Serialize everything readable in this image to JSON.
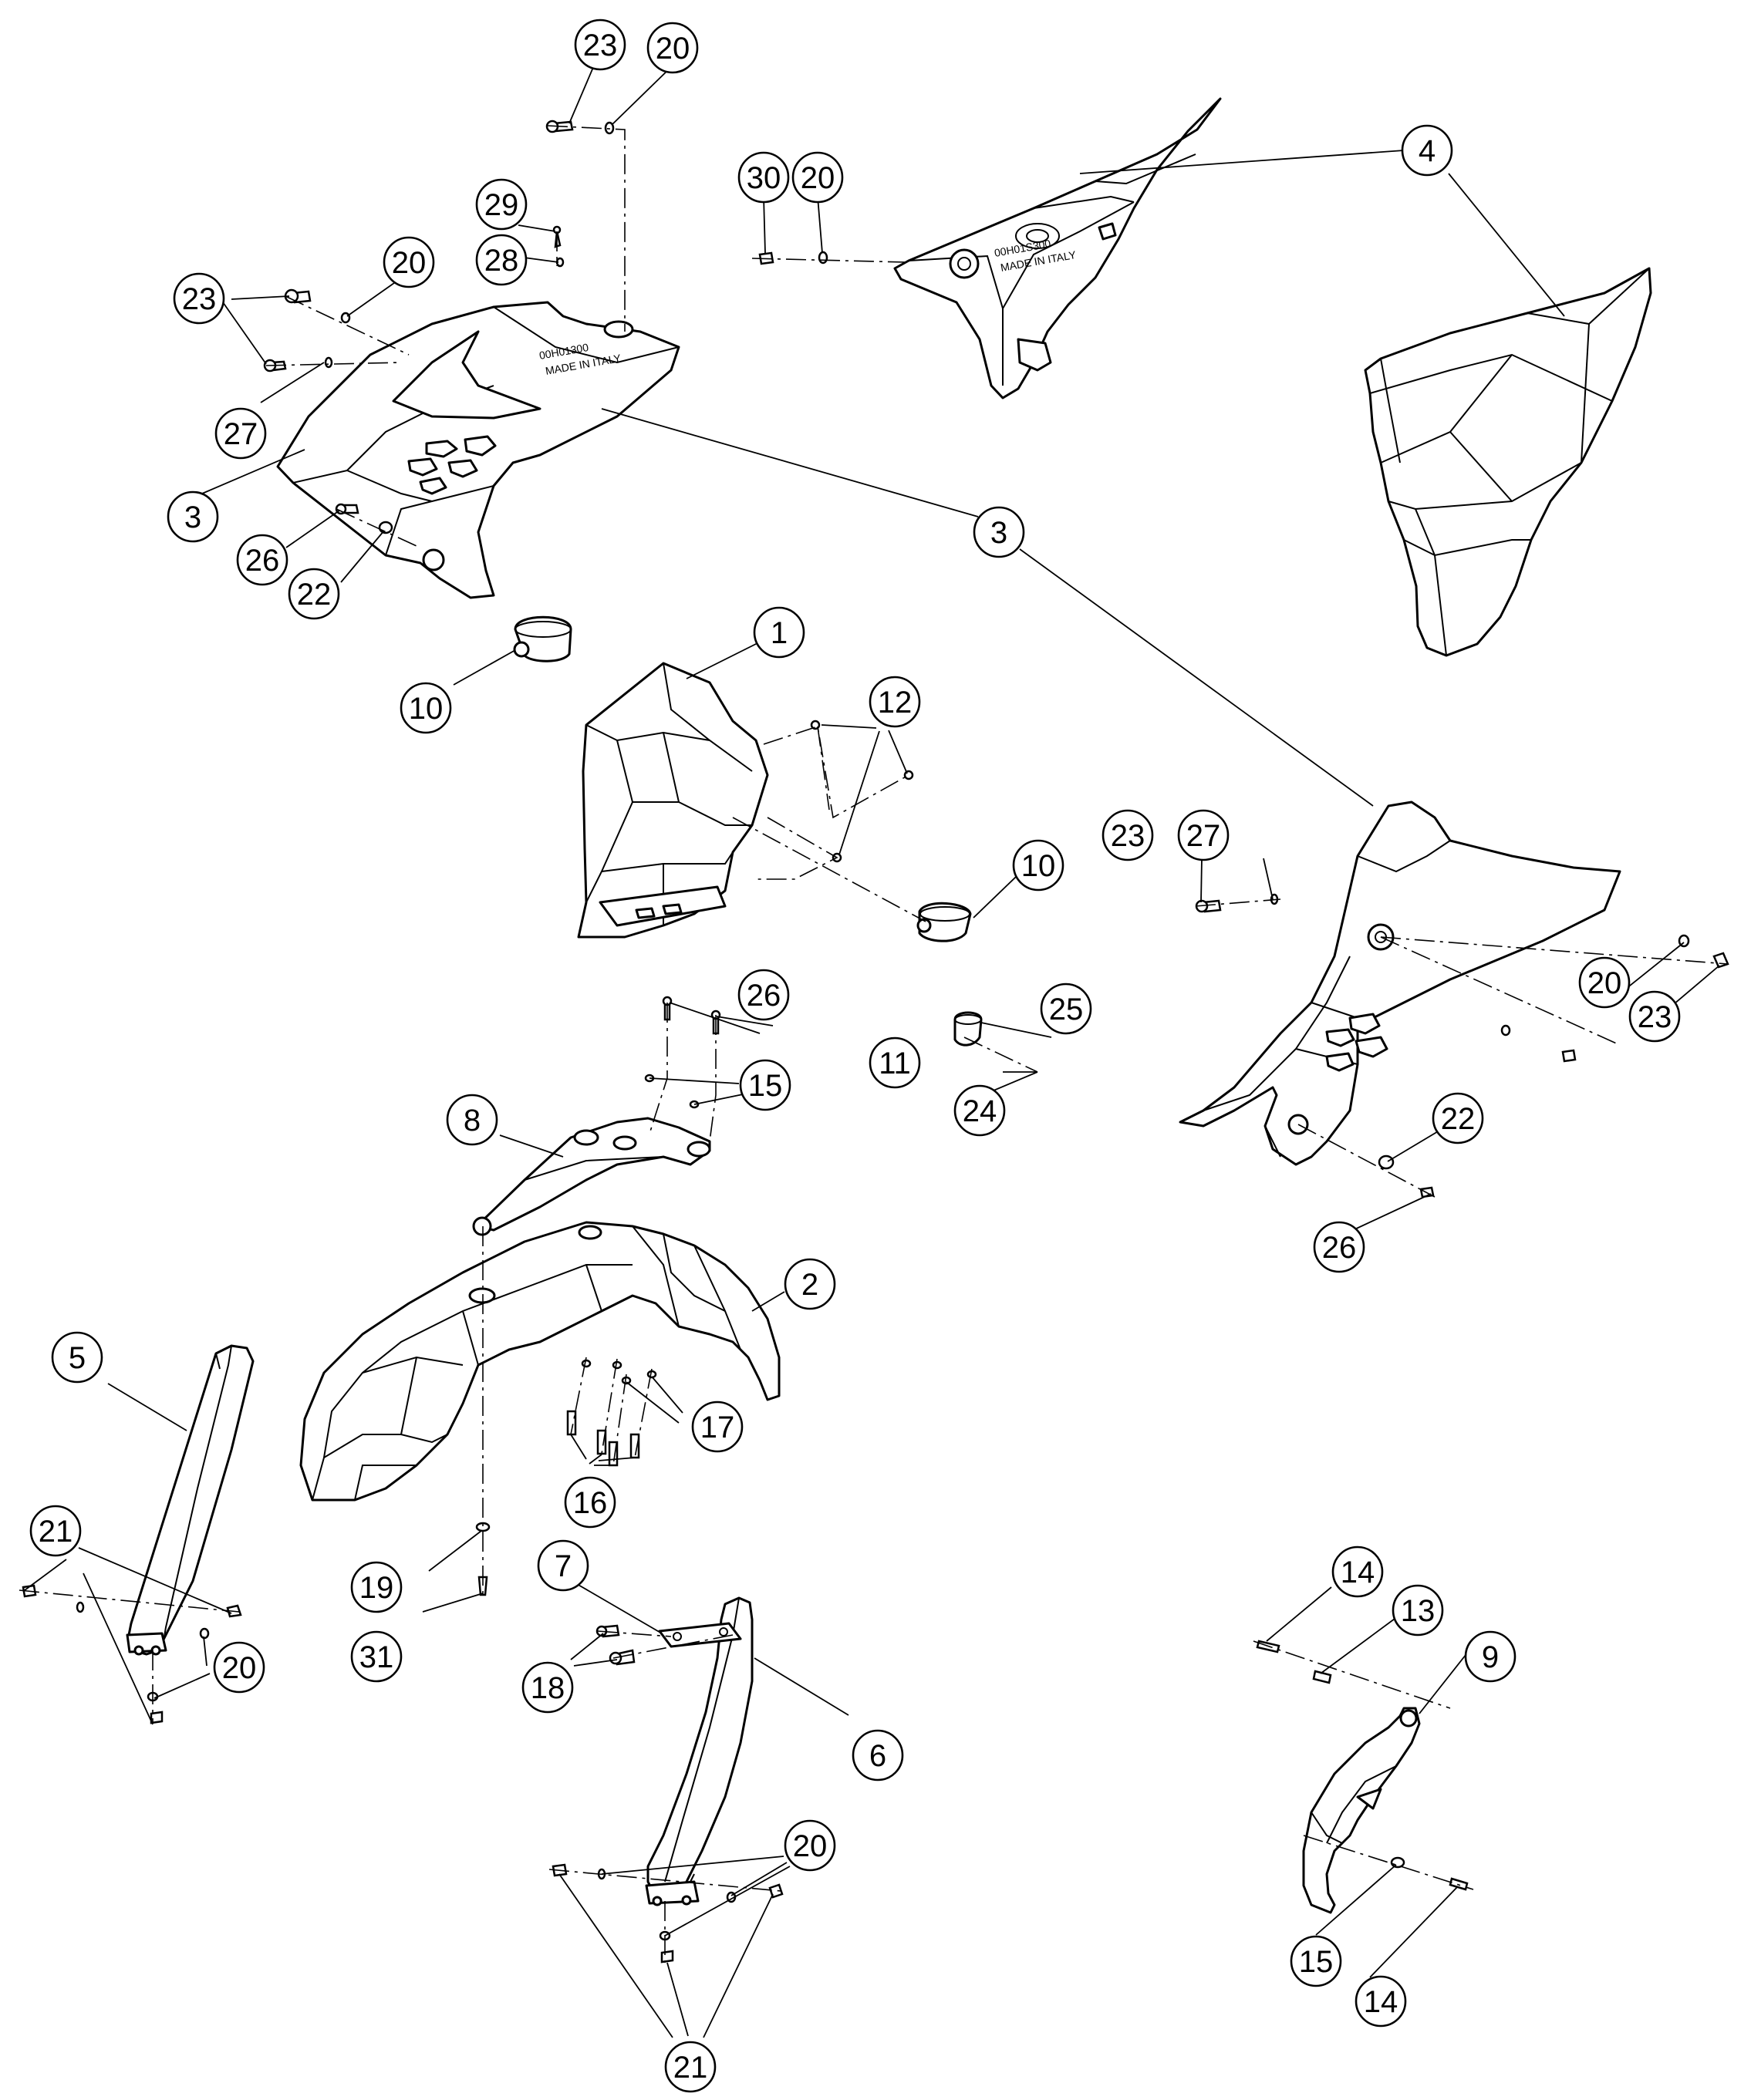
{
  "diagram": {
    "stamps": {
      "part3": [
        "00H01300",
        "MADE IN ITALY"
      ],
      "part4": [
        "00H01S300",
        "MADE IN ITALY"
      ]
    },
    "callouts": [
      {
        "id": "c-23-a",
        "label": "23"
      },
      {
        "id": "c-20-a",
        "label": "20"
      },
      {
        "id": "c-30",
        "label": "30"
      },
      {
        "id": "c-20-b",
        "label": "20"
      },
      {
        "id": "c-4",
        "label": "4"
      },
      {
        "id": "c-29",
        "label": "29"
      },
      {
        "id": "c-28",
        "label": "28"
      },
      {
        "id": "c-23-b",
        "label": "23"
      },
      {
        "id": "c-20-c",
        "label": "20"
      },
      {
        "id": "c-27-a",
        "label": "27"
      },
      {
        "id": "c-3-a",
        "label": "3"
      },
      {
        "id": "c-3-b",
        "label": "3"
      },
      {
        "id": "c-26-a",
        "label": "26"
      },
      {
        "id": "c-22-a",
        "label": "22"
      },
      {
        "id": "c-1",
        "label": "1"
      },
      {
        "id": "c-10-a",
        "label": "10"
      },
      {
        "id": "c-12",
        "label": "12"
      },
      {
        "id": "c-10-b",
        "label": "10"
      },
      {
        "id": "c-23-c",
        "label": "23"
      },
      {
        "id": "c-27-b",
        "label": "27"
      },
      {
        "id": "c-20-d",
        "label": "20"
      },
      {
        "id": "c-23-d",
        "label": "23"
      },
      {
        "id": "c-26-b",
        "label": "26"
      },
      {
        "id": "c-15-a",
        "label": "15"
      },
      {
        "id": "c-25",
        "label": "25"
      },
      {
        "id": "c-11",
        "label": "11"
      },
      {
        "id": "c-24",
        "label": "24"
      },
      {
        "id": "c-8",
        "label": "8"
      },
      {
        "id": "c-22-b",
        "label": "22"
      },
      {
        "id": "c-26-c",
        "label": "26"
      },
      {
        "id": "c-2",
        "label": "2"
      },
      {
        "id": "c-5",
        "label": "5"
      },
      {
        "id": "c-17",
        "label": "17"
      },
      {
        "id": "c-16",
        "label": "16"
      },
      {
        "id": "c-21-a",
        "label": "21"
      },
      {
        "id": "c-19",
        "label": "19"
      },
      {
        "id": "c-7",
        "label": "7"
      },
      {
        "id": "c-20-e",
        "label": "20"
      },
      {
        "id": "c-31",
        "label": "31"
      },
      {
        "id": "c-18",
        "label": "18"
      },
      {
        "id": "c-14-a",
        "label": "14"
      },
      {
        "id": "c-13",
        "label": "13"
      },
      {
        "id": "c-9",
        "label": "9"
      },
      {
        "id": "c-6",
        "label": "6"
      },
      {
        "id": "c-20-f",
        "label": "20"
      },
      {
        "id": "c-15-b",
        "label": "15"
      },
      {
        "id": "c-14-b",
        "label": "14"
      },
      {
        "id": "c-21-b",
        "label": "21"
      }
    ]
  }
}
